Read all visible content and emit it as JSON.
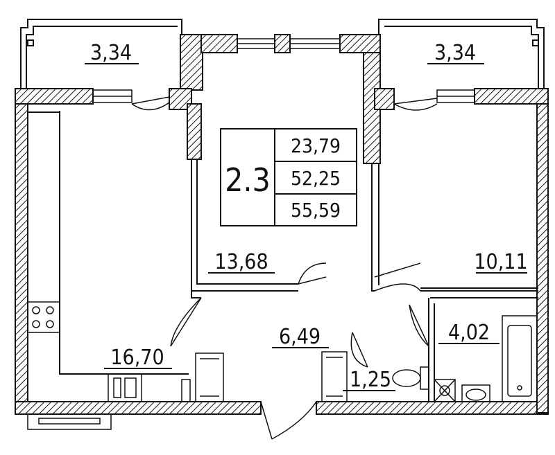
{
  "apartment": {
    "number": "2.3",
    "area_living": "23,79",
    "area_total": "52,25",
    "area_with_balconies": "55,59"
  },
  "rooms": {
    "balcony_left": "3,34",
    "balcony_right": "3,34",
    "bedroom": "13,68",
    "room_right": "10,11",
    "kitchen_living": "16,70",
    "hallway": "6,49",
    "toilet": "1,25",
    "bathroom": "4,02"
  },
  "colors": {
    "line": "#111111",
    "background": "#ffffff"
  }
}
